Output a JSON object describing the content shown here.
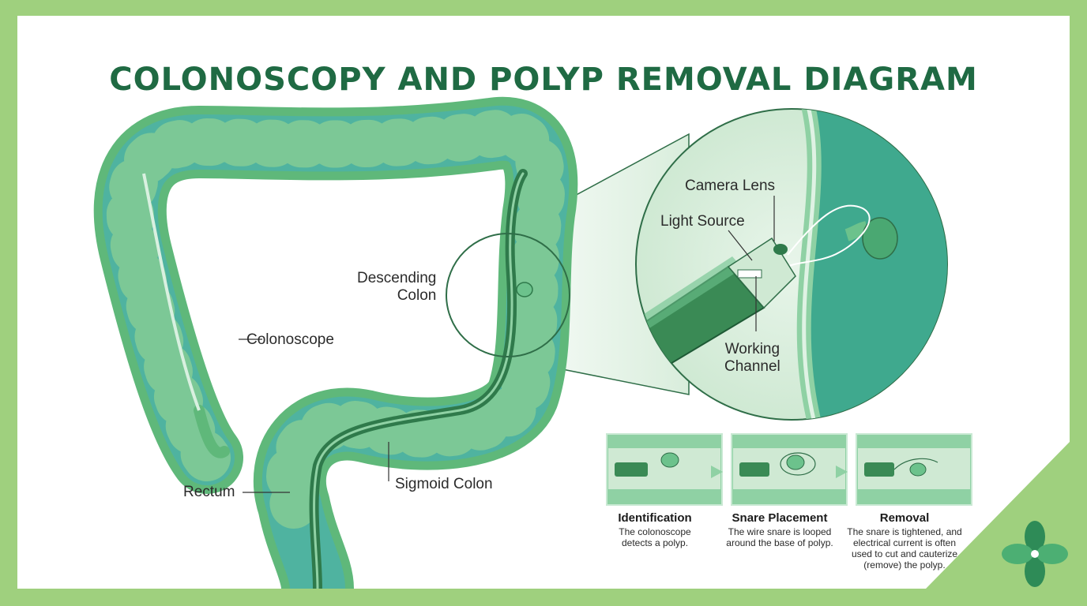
{
  "title": "COLONOSCOPY AND POLYP REMOVAL DIAGRAM",
  "colors": {
    "frame_border": "#9fd07e",
    "title": "#1f6a43",
    "colon_wall": "#5fb87a",
    "colon_inner": "#4fb3a0",
    "scope": "#3a8a55",
    "logo": "#2e8b57"
  },
  "labels": {
    "descending_colon": "Descending\nColon",
    "colonoscope": "Colonoscope",
    "rectum": "Rectum",
    "sigmoid_colon": "Sigmoid Colon",
    "camera_lens": "Camera Lens",
    "light_source": "Light Source",
    "working_channel": "Working\nChannel"
  },
  "steps": [
    {
      "title": "Identification",
      "desc": "The colonoscope\ndetects a polyp."
    },
    {
      "title": "Snare Placement",
      "desc": "The wire snare is looped\naround the base of polyp."
    },
    {
      "title": "Removal",
      "desc": "The snare is tightened, and\nelectrical current is often\nused to cut and cauterize\n(remove) the polyp."
    }
  ],
  "logo_icon": "clover-icon"
}
